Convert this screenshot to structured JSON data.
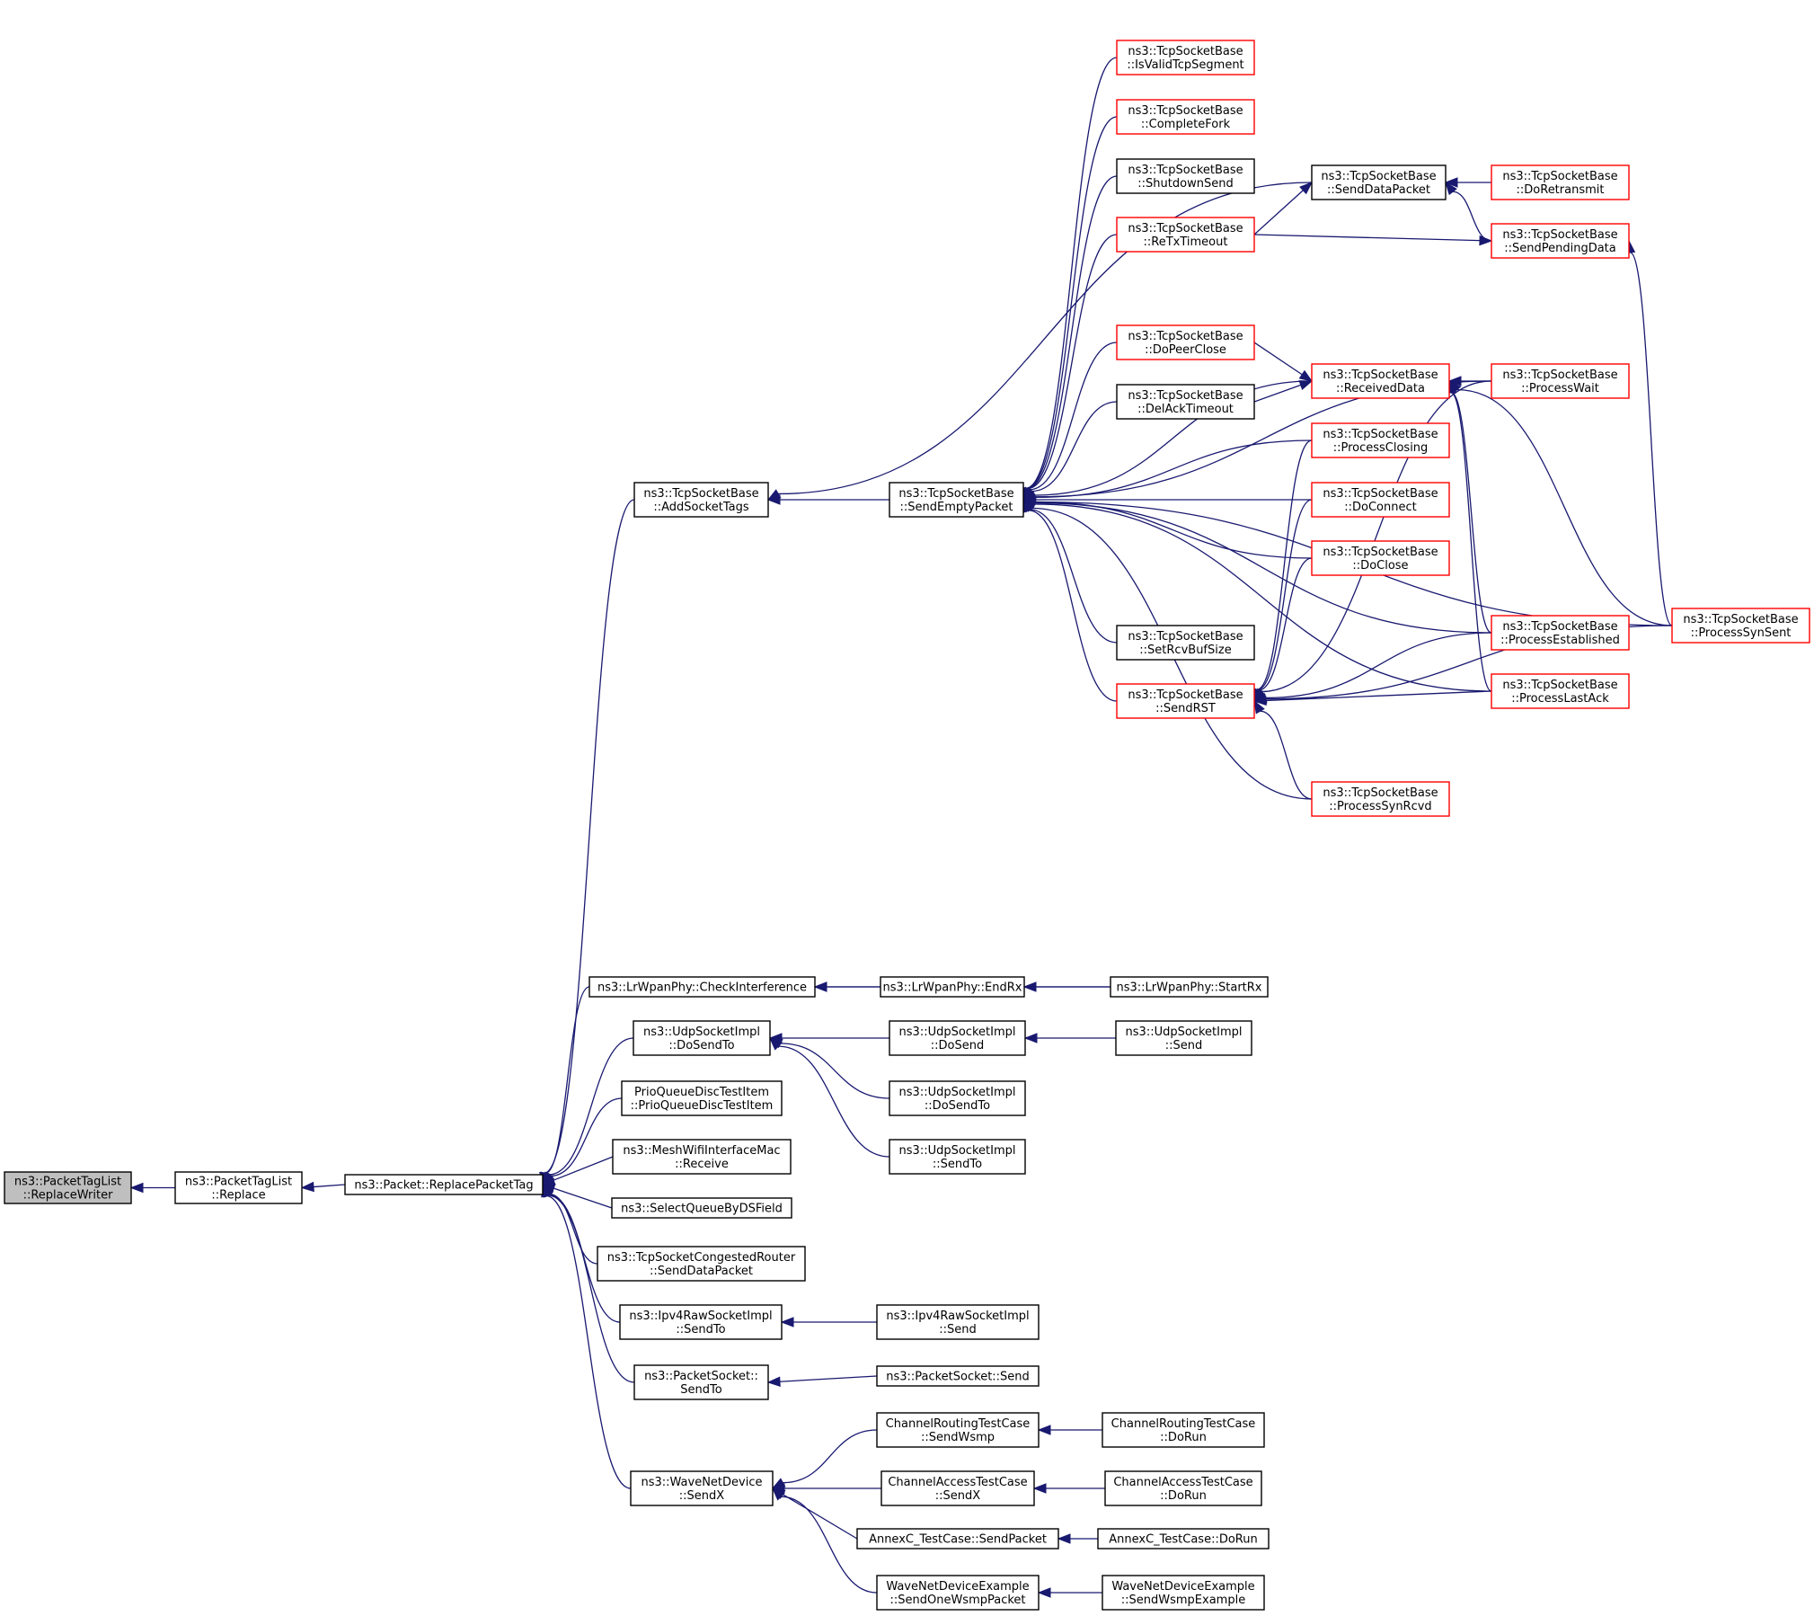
{
  "colors": {
    "edge": "#191970",
    "node_border": "#000000",
    "node_border_truncated": "#ff0000",
    "focus_fill": "#bfbfbf"
  },
  "nodes": {
    "replacewriter": {
      "lines": [
        "ns3::PacketTagList",
        "::ReplaceWriter"
      ],
      "style": "focus"
    },
    "replace": {
      "lines": [
        "ns3::PacketTagList",
        "::Replace"
      ],
      "style": "normal"
    },
    "replacepackettag": {
      "lines": [
        "ns3::Packet::ReplacePacketTag"
      ],
      "style": "normal"
    },
    "addsockettags": {
      "lines": [
        "ns3::TcpSocketBase",
        "::AddSocketTags"
      ],
      "style": "normal"
    },
    "sendemptypacket": {
      "lines": [
        "ns3::TcpSocketBase",
        "::SendEmptyPacket"
      ],
      "style": "normal"
    },
    "isvalidtcpsegment": {
      "lines": [
        "ns3::TcpSocketBase",
        "::IsValidTcpSegment"
      ],
      "style": "red"
    },
    "completefork": {
      "lines": [
        "ns3::TcpSocketBase",
        "::CompleteFork"
      ],
      "style": "red"
    },
    "shutdownsend": {
      "lines": [
        "ns3::TcpSocketBase",
        "::ShutdownSend"
      ],
      "style": "normal"
    },
    "retxtimeout": {
      "lines": [
        "ns3::TcpSocketBase",
        "::ReTxTimeout"
      ],
      "style": "red"
    },
    "senddatapacket": {
      "lines": [
        "ns3::TcpSocketBase",
        "::SendDataPacket"
      ],
      "style": "normal"
    },
    "doretransmit": {
      "lines": [
        "ns3::TcpSocketBase",
        "::DoRetransmit"
      ],
      "style": "red"
    },
    "sendpendingdata": {
      "lines": [
        "ns3::TcpSocketBase",
        "::SendPendingData"
      ],
      "style": "red"
    },
    "dopeerclose": {
      "lines": [
        "ns3::TcpSocketBase",
        "::DoPeerClose"
      ],
      "style": "red"
    },
    "delacktimeout": {
      "lines": [
        "ns3::TcpSocketBase",
        "::DelAckTimeout"
      ],
      "style": "normal"
    },
    "receiveddata": {
      "lines": [
        "ns3::TcpSocketBase",
        "::ReceivedData"
      ],
      "style": "red"
    },
    "processwait": {
      "lines": [
        "ns3::TcpSocketBase",
        "::ProcessWait"
      ],
      "style": "red"
    },
    "processclosing": {
      "lines": [
        "ns3::TcpSocketBase",
        "::ProcessClosing"
      ],
      "style": "red"
    },
    "doconnect": {
      "lines": [
        "ns3::TcpSocketBase",
        "::DoConnect"
      ],
      "style": "red"
    },
    "doclose": {
      "lines": [
        "ns3::TcpSocketBase",
        "::DoClose"
      ],
      "style": "red"
    },
    "setrcvbufsize": {
      "lines": [
        "ns3::TcpSocketBase",
        "::SetRcvBufSize"
      ],
      "style": "normal"
    },
    "sendrst": {
      "lines": [
        "ns3::TcpSocketBase",
        "::SendRST"
      ],
      "style": "red"
    },
    "processestablished": {
      "lines": [
        "ns3::TcpSocketBase",
        "::ProcessEstablished"
      ],
      "style": "red"
    },
    "processlastack": {
      "lines": [
        "ns3::TcpSocketBase",
        "::ProcessLastAck"
      ],
      "style": "red"
    },
    "processsynsent": {
      "lines": [
        "ns3::TcpSocketBase",
        "::ProcessSynSent"
      ],
      "style": "red"
    },
    "processsynrcvd": {
      "lines": [
        "ns3::TcpSocketBase",
        "::ProcessSynRcvd"
      ],
      "style": "red"
    },
    "checkinterference": {
      "lines": [
        "ns3::LrWpanPhy::CheckInterference"
      ],
      "style": "normal"
    },
    "endrx": {
      "lines": [
        "ns3::LrWpanPhy::EndRx"
      ],
      "style": "normal"
    },
    "startrx": {
      "lines": [
        "ns3::LrWpanPhy::StartRx"
      ],
      "style": "normal"
    },
    "udp_dosendto": {
      "lines": [
        "ns3::UdpSocketImpl",
        "::DoSendTo"
      ],
      "style": "normal"
    },
    "udp_dosend": {
      "lines": [
        "ns3::UdpSocketImpl",
        "::DoSend"
      ],
      "style": "normal"
    },
    "udp_send": {
      "lines": [
        "ns3::UdpSocketImpl",
        "::Send"
      ],
      "style": "normal"
    },
    "udp_dosendto2": {
      "lines": [
        "ns3::UdpSocketImpl",
        "::DoSendTo"
      ],
      "style": "normal"
    },
    "udp_sendto": {
      "lines": [
        "ns3::UdpSocketImpl",
        "::SendTo"
      ],
      "style": "normal"
    },
    "prioqueue": {
      "lines": [
        "PrioQueueDiscTestItem",
        "::PrioQueueDiscTestItem"
      ],
      "style": "normal"
    },
    "meshreceive": {
      "lines": [
        "ns3::MeshWifiInterfaceMac",
        "::Receive"
      ],
      "style": "normal"
    },
    "selectqueue": {
      "lines": [
        "ns3::SelectQueueByDSField"
      ],
      "style": "normal"
    },
    "congestedrouter": {
      "lines": [
        "ns3::TcpSocketCongestedRouter",
        "::SendDataPacket"
      ],
      "style": "normal"
    },
    "ipv4_sendto": {
      "lines": [
        "ns3::Ipv4RawSocketImpl",
        "::SendTo"
      ],
      "style": "normal"
    },
    "ipv4_send": {
      "lines": [
        "ns3::Ipv4RawSocketImpl",
        "::Send"
      ],
      "style": "normal"
    },
    "ps_sendto": {
      "lines": [
        "ns3::PacketSocket::",
        "SendTo"
      ],
      "style": "normal"
    },
    "ps_send": {
      "lines": [
        "ns3::PacketSocket::Send"
      ],
      "style": "normal"
    },
    "wave_sendx": {
      "lines": [
        "ns3::WaveNetDevice",
        "::SendX"
      ],
      "style": "normal"
    },
    "cr_sendwsmp": {
      "lines": [
        "ChannelRoutingTestCase",
        "::SendWsmp"
      ],
      "style": "normal"
    },
    "cr_dorun": {
      "lines": [
        "ChannelRoutingTestCase",
        "::DoRun"
      ],
      "style": "normal"
    },
    "ca_sendx": {
      "lines": [
        "ChannelAccessTestCase",
        "::SendX"
      ],
      "style": "normal"
    },
    "ca_dorun": {
      "lines": [
        "ChannelAccessTestCase",
        "::DoRun"
      ],
      "style": "normal"
    },
    "annexc_sendpacket": {
      "lines": [
        "AnnexC_TestCase::SendPacket"
      ],
      "style": "normal"
    },
    "annexc_dorun": {
      "lines": [
        "AnnexC_TestCase::DoRun"
      ],
      "style": "normal"
    },
    "wave_sendone": {
      "lines": [
        "WaveNetDeviceExample",
        "::SendOneWsmpPacket"
      ],
      "style": "normal"
    },
    "wave_sendexample": {
      "lines": [
        "WaveNetDeviceExample",
        "::SendWsmpExample"
      ],
      "style": "normal"
    }
  },
  "edges": [
    [
      "replace",
      "replacewriter"
    ],
    [
      "replacepackettag",
      "replace"
    ],
    [
      "addsockettags",
      "replacepackettag"
    ],
    [
      "sendemptypacket",
      "addsockettags"
    ],
    [
      "senddatapacket",
      "addsockettags"
    ],
    [
      "isvalidtcpsegment",
      "sendemptypacket"
    ],
    [
      "completefork",
      "sendemptypacket"
    ],
    [
      "shutdownsend",
      "sendemptypacket"
    ],
    [
      "retxtimeout",
      "sendemptypacket"
    ],
    [
      "processwait",
      "sendemptypacket"
    ],
    [
      "dopeerclose",
      "sendemptypacket"
    ],
    [
      "delacktimeout",
      "sendemptypacket"
    ],
    [
      "receiveddata",
      "sendemptypacket"
    ],
    [
      "processclosing",
      "sendemptypacket"
    ],
    [
      "doconnect",
      "sendemptypacket"
    ],
    [
      "doclose",
      "sendemptypacket"
    ],
    [
      "setrcvbufsize",
      "sendemptypacket"
    ],
    [
      "sendrst",
      "sendemptypacket"
    ],
    [
      "processsynrcvd",
      "sendemptypacket"
    ],
    [
      "processestablished",
      "sendemptypacket"
    ],
    [
      "processlastack",
      "sendemptypacket"
    ],
    [
      "processsynsent",
      "sendemptypacket"
    ],
    [
      "retxtimeout",
      "senddatapacket"
    ],
    [
      "doretransmit",
      "senddatapacket"
    ],
    [
      "sendpendingdata",
      "senddatapacket"
    ],
    [
      "retxtimeout",
      "sendpendingdata"
    ],
    [
      "processsynsent",
      "sendpendingdata"
    ],
    [
      "dopeerclose",
      "receiveddata"
    ],
    [
      "delacktimeout",
      "receiveddata"
    ],
    [
      "processwait",
      "receiveddata"
    ],
    [
      "processestablished",
      "receiveddata"
    ],
    [
      "processlastack",
      "receiveddata"
    ],
    [
      "processsynsent",
      "receiveddata"
    ],
    [
      "processwait",
      "sendrst"
    ],
    [
      "processclosing",
      "sendrst"
    ],
    [
      "doconnect",
      "sendrst"
    ],
    [
      "doclose",
      "sendrst"
    ],
    [
      "processestablished",
      "sendrst"
    ],
    [
      "processlastack",
      "sendrst"
    ],
    [
      "processsynsent",
      "sendrst"
    ],
    [
      "processsynrcvd",
      "sendrst"
    ],
    [
      "checkinterference",
      "replacepackettag"
    ],
    [
      "endrx",
      "checkinterference"
    ],
    [
      "startrx",
      "checkinterference"
    ],
    [
      "startrx",
      "endrx"
    ],
    [
      "udp_dosendto",
      "replacepackettag"
    ],
    [
      "udp_dosend",
      "udp_dosendto"
    ],
    [
      "udp_send",
      "udp_dosend"
    ],
    [
      "udp_dosendto2",
      "udp_dosendto"
    ],
    [
      "udp_sendto",
      "udp_dosendto"
    ],
    [
      "prioqueue",
      "replacepackettag"
    ],
    [
      "meshreceive",
      "replacepackettag"
    ],
    [
      "selectqueue",
      "replacepackettag"
    ],
    [
      "congestedrouter",
      "replacepackettag"
    ],
    [
      "ipv4_sendto",
      "replacepackettag"
    ],
    [
      "ipv4_send",
      "ipv4_sendto"
    ],
    [
      "ps_sendto",
      "replacepackettag"
    ],
    [
      "ps_send",
      "ps_sendto"
    ],
    [
      "wave_sendx",
      "replacepackettag"
    ],
    [
      "cr_sendwsmp",
      "wave_sendx"
    ],
    [
      "cr_dorun",
      "cr_sendwsmp"
    ],
    [
      "ca_sendx",
      "wave_sendx"
    ],
    [
      "ca_dorun",
      "ca_sendx"
    ],
    [
      "annexc_sendpacket",
      "wave_sendx"
    ],
    [
      "annexc_dorun",
      "annexc_sendpacket"
    ],
    [
      "wave_sendone",
      "wave_sendx"
    ],
    [
      "wave_sendexample",
      "wave_sendone"
    ]
  ]
}
